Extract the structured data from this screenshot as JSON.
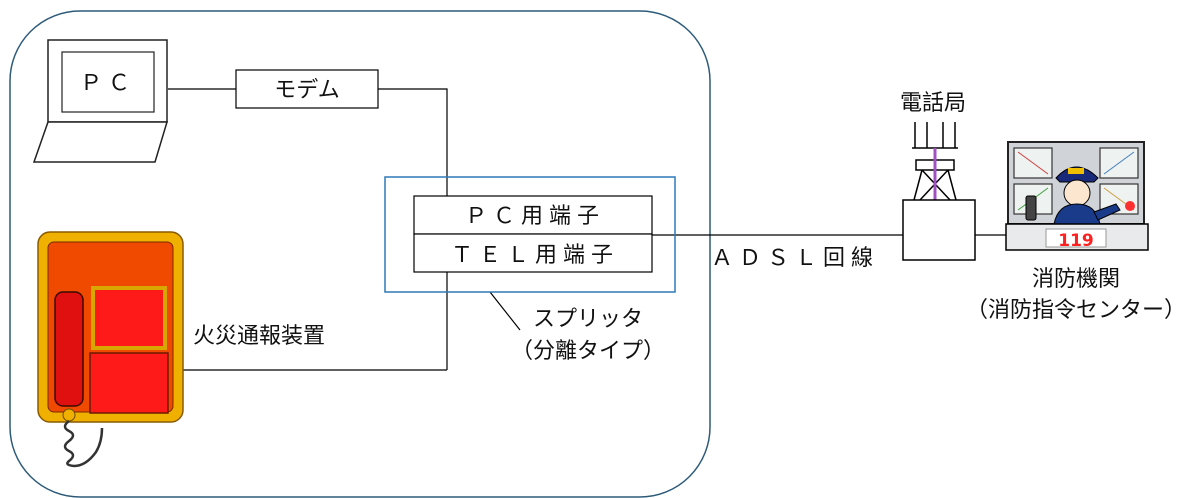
{
  "labels": {
    "pc": "ＰＣ",
    "modem": "モデム",
    "pc_port": "ＰＣ用端子",
    "tel_port": "ＴＥＬ用端子",
    "splitter_line1": "スプリッタ",
    "splitter_line2": "（分離タイプ）",
    "fire_alarm": "火災通報装置",
    "adsl_line": "ＡＤＳＬ回線",
    "telephone_office": "電話局",
    "fire_agency_line1": "消防機関",
    "fire_agency_line2": "（消防指令センター）",
    "emergency_number": "119"
  },
  "colors": {
    "building_border": "#2e5b7a",
    "splitter_border": "#2f7ab8",
    "line": "#000000",
    "phone_frame": "#f0b000",
    "phone_body": "#f04a00",
    "phone_panel": "#ff1a1a",
    "tower_accent": "#a050c0",
    "console_number": "#ff2020"
  },
  "icons": {
    "pc": "laptop-icon",
    "phone": "emergency-phone-icon",
    "tower": "telephone-tower-icon",
    "operator": "fire-dispatch-operator-icon"
  }
}
